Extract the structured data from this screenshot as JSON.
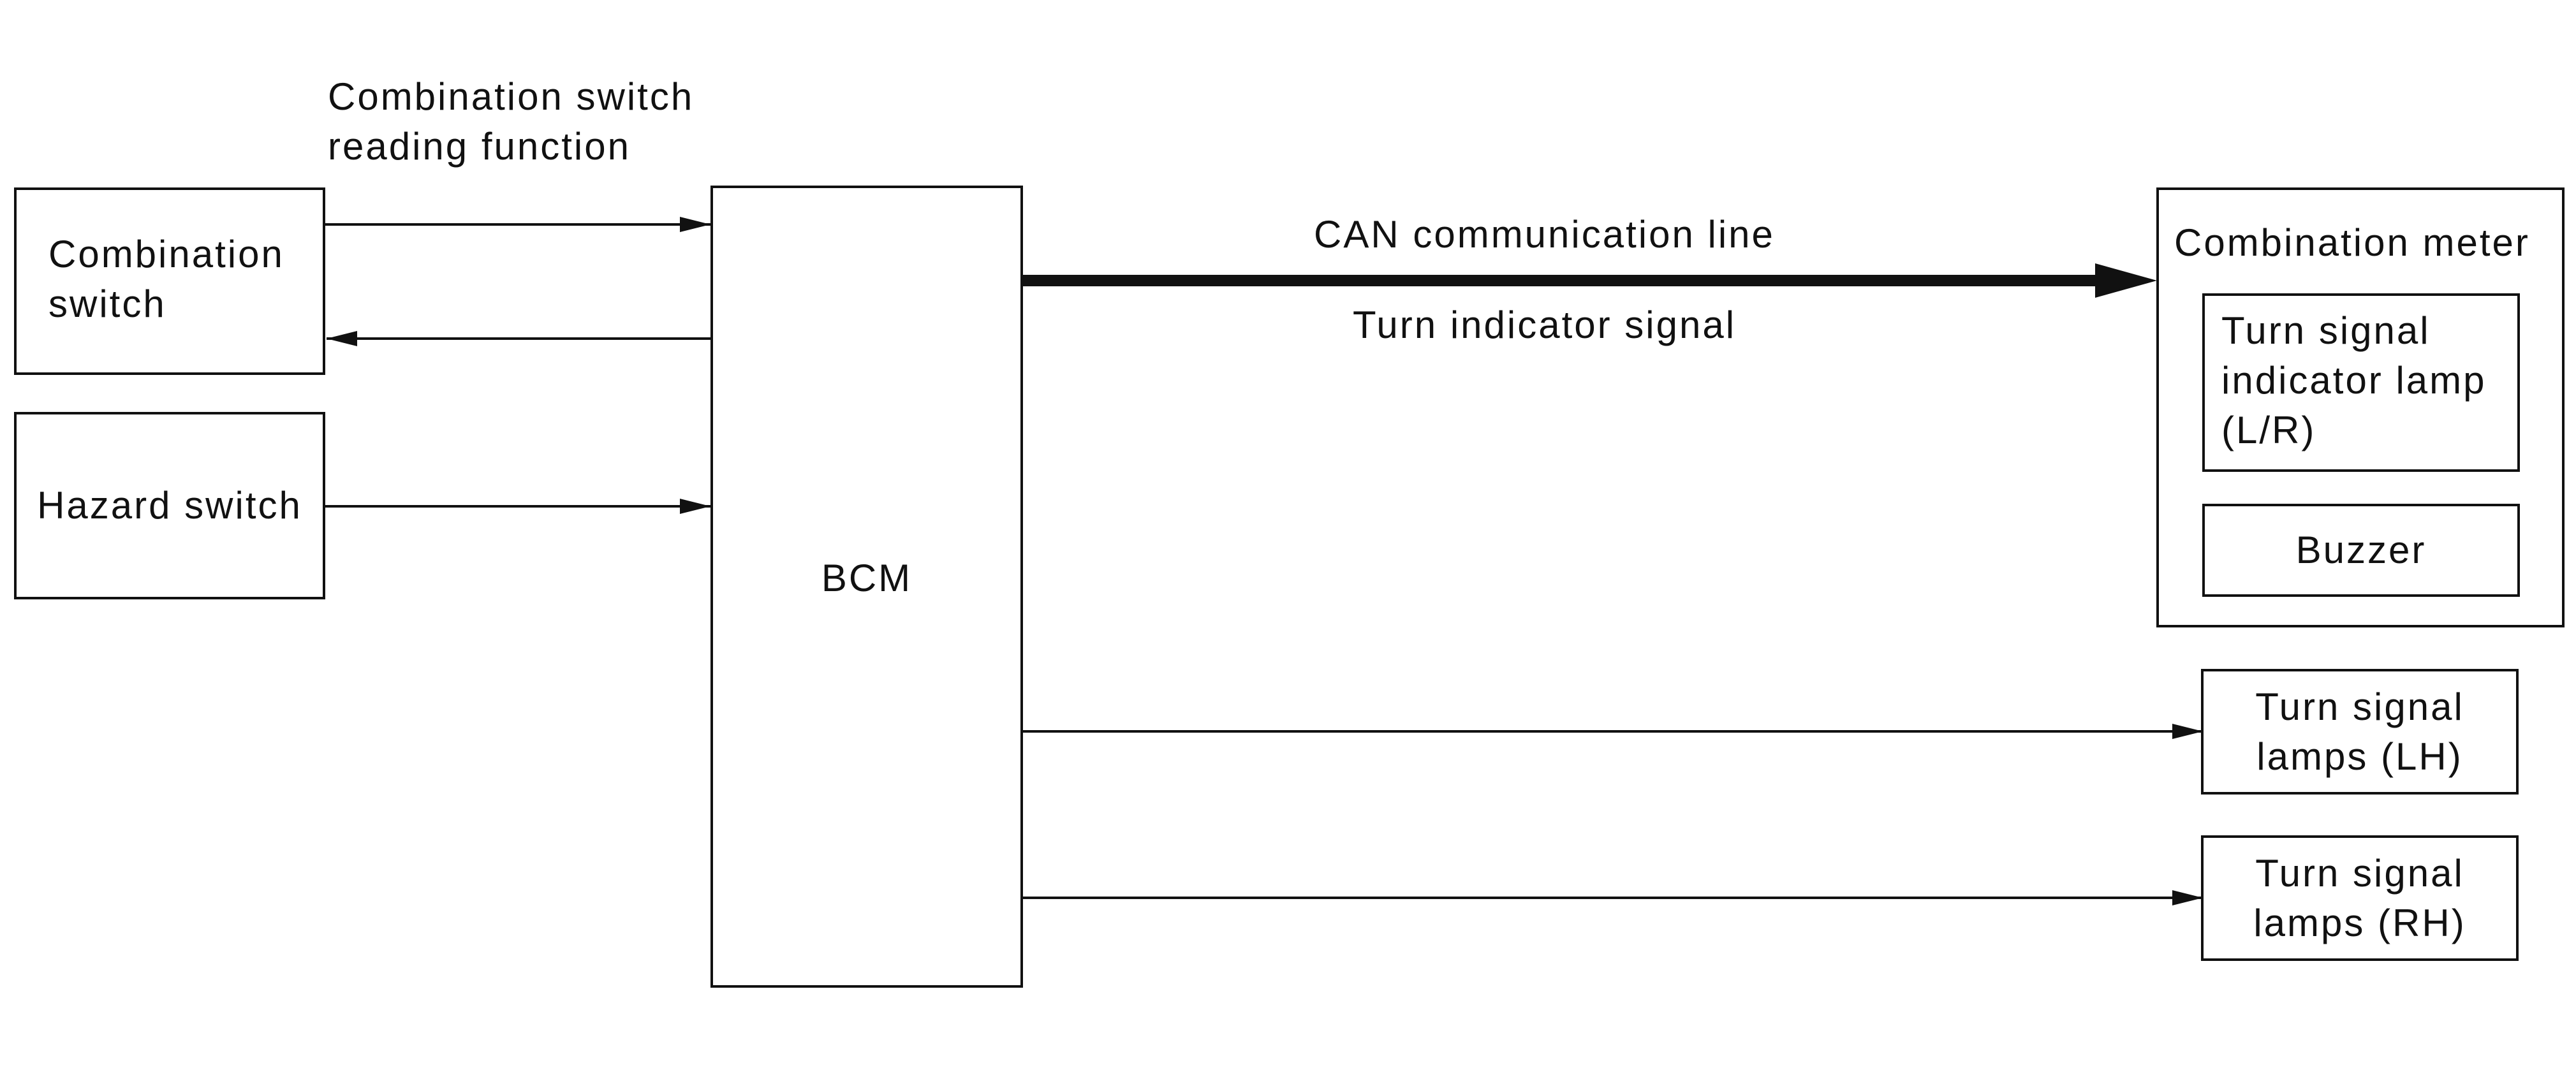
{
  "blocks": {
    "combination_switch": "Combination\nswitch",
    "hazard_switch": "Hazard switch",
    "bcm": "BCM",
    "combination_meter": "Combination meter",
    "turn_signal_indicator_lamp": "Turn signal\nindicator lamp\n(L/R)",
    "buzzer": "Buzzer",
    "turn_signal_lamps_lh": "Turn signal\nlamps (LH)",
    "turn_signal_lamps_rh": "Turn signal\nlamps (RH)"
  },
  "annotations": {
    "combination_switch_reading": "Combination switch\nreading function",
    "can_line": "CAN communication line",
    "turn_indicator_signal": "Turn indicator signal"
  },
  "colors": {
    "line": "#111111",
    "background": "#ffffff"
  }
}
